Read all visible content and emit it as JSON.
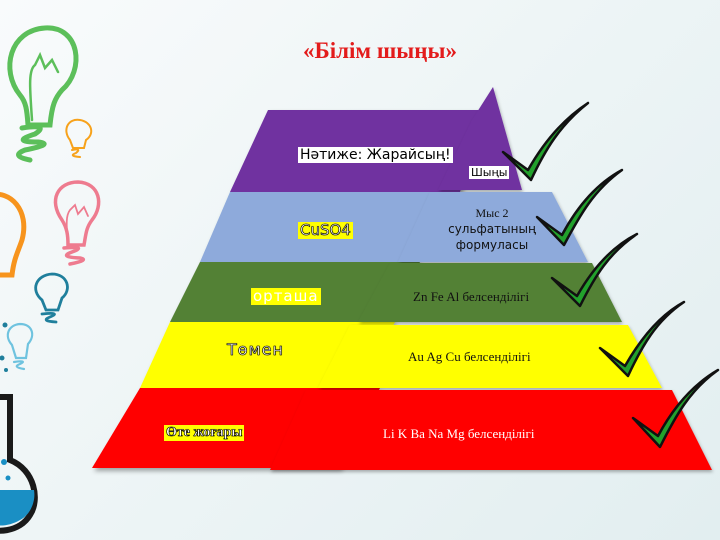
{
  "title": "«Білім шыңы»",
  "colors": {
    "title": "#e31b1b",
    "level1": "#7030a0",
    "level2": "#8eaadb",
    "level3": "#538135",
    "level4": "#ffff00",
    "level5": "#ff0000",
    "check": "#22a12c"
  },
  "pyramid": {
    "left": [
      {
        "level": 1,
        "label": "Нәтиже: Жарайсың!"
      },
      {
        "level": 2,
        "label": "CuSO4"
      },
      {
        "level": 3,
        "label": "орташа"
      },
      {
        "level": 4,
        "label": "Төмен"
      },
      {
        "level": 5,
        "label": "Өте жоғары"
      }
    ],
    "right": [
      {
        "level": 1,
        "label": "Шыңы"
      },
      {
        "level": 2,
        "label_lines": [
          "Мыс 2",
          "сульфатының",
          "формуласы"
        ]
      },
      {
        "level": 3,
        "label": "Zn Fe Al белсенділігі"
      },
      {
        "level": 4,
        "label": "Au Ag Cu белсенділігі"
      },
      {
        "level": 5,
        "label": "Li K Ba Na Mg белсенділігі"
      }
    ]
  },
  "checkmarks": 5,
  "decorations": [
    "lightbulb-green",
    "lightbulb-orange-small",
    "lightbulb-orange",
    "lightbulb-pink",
    "lightbulb-blue",
    "lightbulb-lightblue",
    "flask"
  ]
}
